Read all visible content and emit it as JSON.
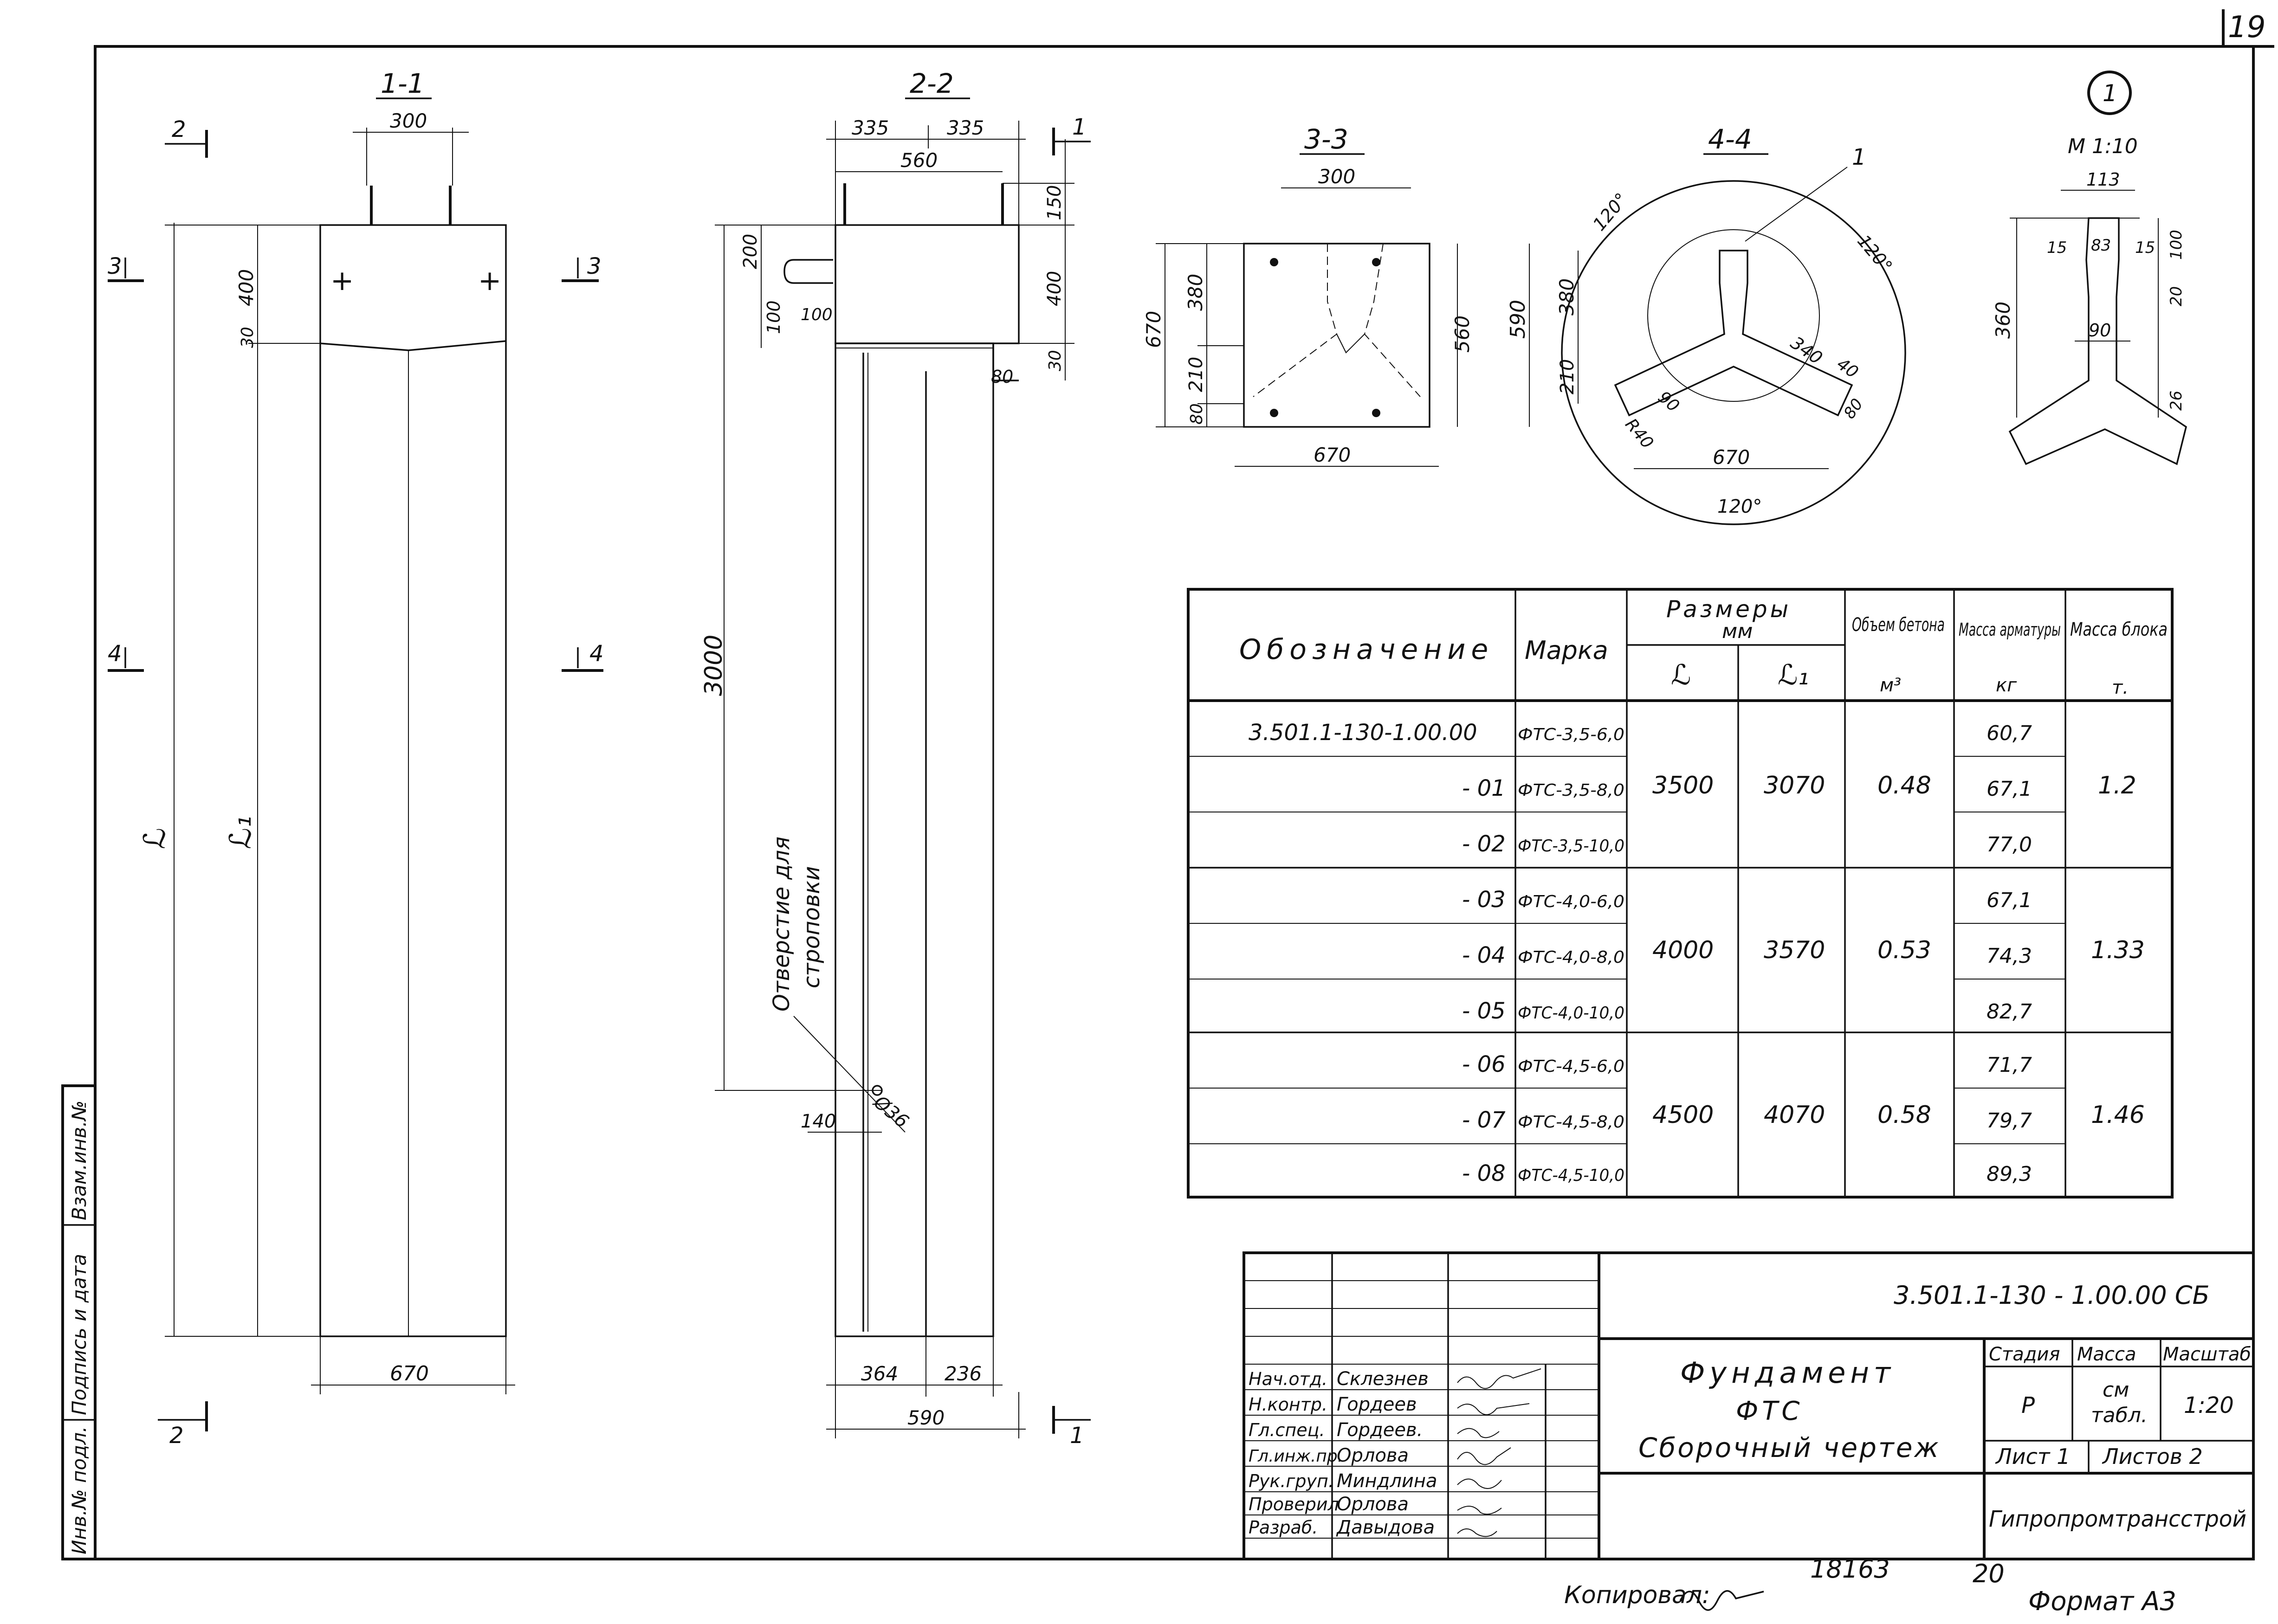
{
  "page_number": "19",
  "sections": {
    "s11": {
      "title": "1-1",
      "dim_top": "300",
      "dim_400": "400",
      "dim_30": "30",
      "dim_bottom": "670",
      "label_l": "ℒ",
      "label_l1": "ℒ₁"
    },
    "s22": {
      "title": "2-2",
      "dim_335a": "335",
      "dim_335b": "335",
      "dim_560": "560",
      "dim_150": "150",
      "dim_400": "400",
      "dim_30": "30",
      "dim_200": "200",
      "dim_100v": "100",
      "dim_100h": "100",
      "dim_80": "80",
      "dim_3000": "3000",
      "dim_140": "140",
      "dim_hole": "Ø36",
      "dim_364": "364",
      "dim_236": "236",
      "dim_590": "590",
      "note_line1": "Отверстие для",
      "note_line2": "строповки"
    },
    "s33": {
      "title": "3-3",
      "dim_300": "300",
      "dim_670v": "670",
      "dim_380": "380",
      "dim_210": "210",
      "dim_80": "80",
      "dim_560": "560",
      "dim_670h": "670"
    },
    "s44": {
      "title": "4-4",
      "angle_tl": "120°",
      "angle_tr": "120°",
      "angle_b": "120°",
      "callout": "1",
      "dim_590": "590",
      "dim_380": "380",
      "dim_210": "210",
      "dim_340": "340",
      "dim_40": "40",
      "dim_90": "90",
      "dim_r40": "R40",
      "dim_80": "80",
      "dim_670": "670"
    },
    "node1": {
      "marker": "1",
      "scale": "М 1:10",
      "dim_113": "113",
      "dim_15a": "15",
      "dim_83": "83",
      "dim_15b": "15",
      "dim_100": "100",
      "dim_20": "20",
      "dim_360": "360",
      "dim_90": "90",
      "dim_26": "26"
    }
  },
  "section_marks": {
    "m2": "2",
    "m3": "3",
    "m4": "4",
    "m1": "1"
  },
  "spec_table": {
    "headers": {
      "designation": "Обозначение",
      "mark": "Марка",
      "sizes": "Размеры",
      "sizes_unit": "мм",
      "l": "ℒ",
      "l1": "ℒ₁",
      "volume": "Объем бетона",
      "volume_unit": "м³",
      "rebar": "Масса арматуры",
      "rebar_unit": "кг",
      "block": "Масса блока",
      "block_unit": "т."
    },
    "rows": [
      {
        "designation": "3.501.1-130-1.00.00",
        "mark": "ФТС-3,5-6,0",
        "rebar": "60,7"
      },
      {
        "designation": "- 01",
        "mark": "ФТС-3,5-8,0",
        "rebar": "67,1"
      },
      {
        "designation": "- 02",
        "mark": "ФТС-3,5-10,0",
        "rebar": "77,0"
      },
      {
        "designation": "- 03",
        "mark": "ФТС-4,0-6,0",
        "rebar": "67,1"
      },
      {
        "designation": "- 04",
        "mark": "ФТС-4,0-8,0",
        "rebar": "74,3"
      },
      {
        "designation": "- 05",
        "mark": "ФТС-4,0-10,0",
        "rebar": "82,7"
      },
      {
        "designation": "- 06",
        "mark": "ФТС-4,5-6,0",
        "rebar": "71,7"
      },
      {
        "designation": "- 07",
        "mark": "ФТС-4,5-8,0",
        "rebar": "79,7"
      },
      {
        "designation": "- 08",
        "mark": "ФТС-4,5-10,0",
        "rebar": "89,3"
      }
    ],
    "groups": [
      {
        "l": "3500",
        "l1": "3070",
        "volume": "0.48",
        "block": "1.2"
      },
      {
        "l": "4000",
        "l1": "3570",
        "volume": "0.53",
        "block": "1.33"
      },
      {
        "l": "4500",
        "l1": "4070",
        "volume": "0.58",
        "block": "1.46"
      }
    ]
  },
  "title_block": {
    "code": "3.501.1-130 - 1.00.00 СБ",
    "title_line1": "Фундамент",
    "title_line2": "ФТС",
    "title_line3": "Сборочный чертеж",
    "stage_label": "Стадия",
    "mass_label": "Масса",
    "scale_label": "Масштаб",
    "stage": "Р",
    "mass_line1": "см",
    "mass_line2": "табл.",
    "scale": "1:20",
    "sheet": "Лист 1",
    "sheets": "Листов 2",
    "org": "Гипропромтрансстрой",
    "roles": [
      {
        "role": "Нач.отд.",
        "name": "Склезнев"
      },
      {
        "role": "Н.контр.",
        "name": "Гордеев"
      },
      {
        "role": "Гл.спец.",
        "name": "Гордеев."
      },
      {
        "role": "Гл.инж.пр.",
        "name": "Орлова"
      },
      {
        "role": "Рук.груп.",
        "name": "Миндлина"
      },
      {
        "role": "Проверил",
        "name": "Орлова"
      },
      {
        "role": "Разраб.",
        "name": "Давыдова"
      }
    ]
  },
  "side_stamp": {
    "inv_orig": "Инв.№ подл.",
    "sign_date": "Подпись и дата",
    "inv_replace": "Взам.инв.№"
  },
  "footer": {
    "copied": "Копировал:",
    "number": "18163",
    "num20": "20",
    "format": "Формат А3"
  }
}
